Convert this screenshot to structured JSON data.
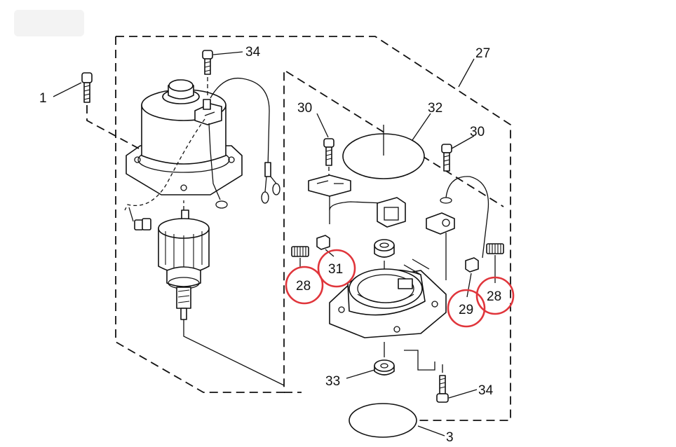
{
  "callouts": {
    "c1": "1",
    "c34_top": "34",
    "c27": "27",
    "c30_left": "30",
    "c32": "32",
    "c30_right": "30",
    "c31": "31",
    "c28_left": "28",
    "c29": "29",
    "c28_right": "28",
    "c33": "33",
    "c34_bottom": "34",
    "c3": "3"
  },
  "colors": {
    "highlight": "#e0353b",
    "line": "#111111",
    "background": "#ffffff"
  }
}
